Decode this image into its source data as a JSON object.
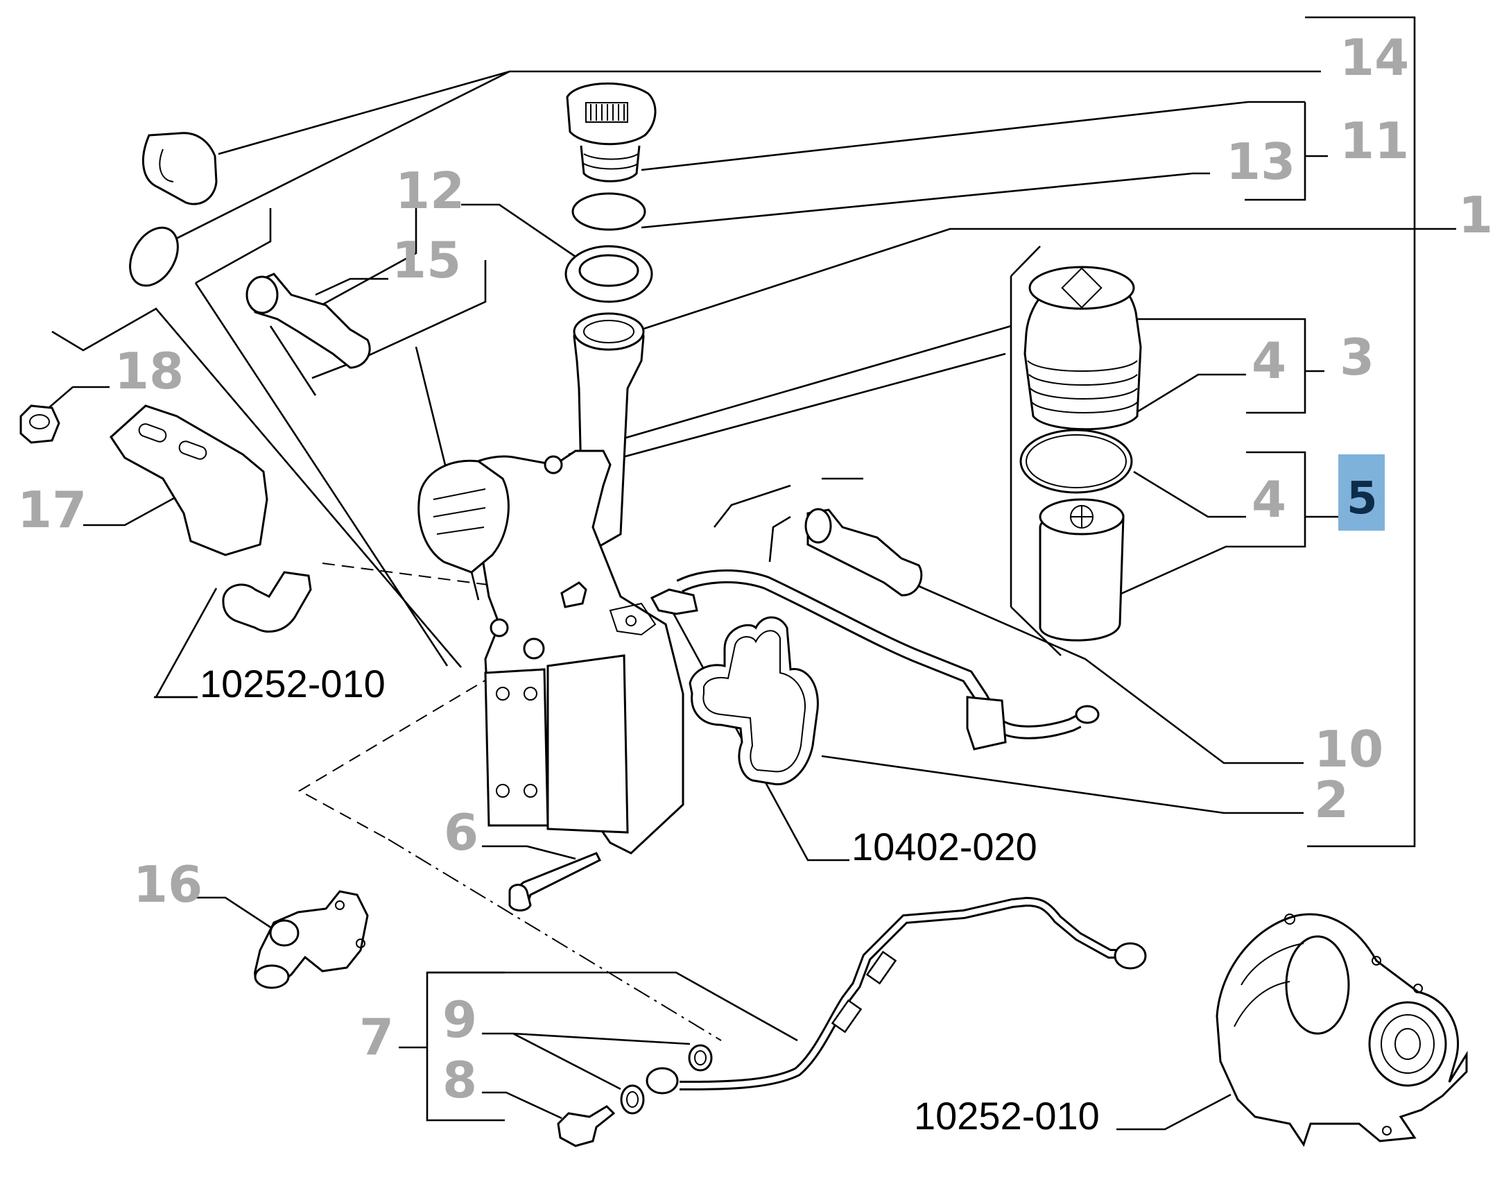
{
  "callouts": {
    "c1": "1",
    "c2": "2",
    "c3": "3",
    "c4a": "4",
    "c4b": "4",
    "c5": "5",
    "c6": "6",
    "c7": "7",
    "c8": "8",
    "c9": "9",
    "c10": "10",
    "c11": "11",
    "c12": "12",
    "c13": "13",
    "c14": "14",
    "c15": "15",
    "c16": "16",
    "c17": "17",
    "c18": "18"
  },
  "references": {
    "ref_left": "10252-010",
    "ref_center": "10402-020",
    "ref_bottom": "10252-010"
  },
  "highlight": {
    "callout": "5",
    "color": "#7fb2da"
  },
  "colors": {
    "callout_gray": "#a8a8a8",
    "line": "#000000"
  }
}
